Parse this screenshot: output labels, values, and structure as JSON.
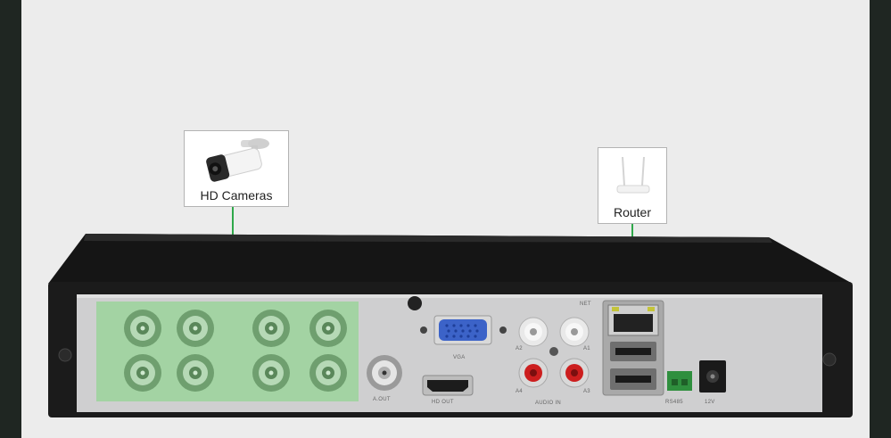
{
  "callouts": {
    "cameras": {
      "label": "HD Cameras",
      "icon": "bullet-camera-icon"
    },
    "router": {
      "label": "Router",
      "icon": "router-icon"
    }
  },
  "panel": {
    "port_labels": {
      "vga": "VGA",
      "hdmi": "HD OUT",
      "audio_out": "A.OUT",
      "audio_in": "AUDIO IN",
      "net": "NET",
      "a2": "A2",
      "a1": "A1",
      "a4": "A4",
      "a3": "A3",
      "power": "12V",
      "rs485": "RS485"
    },
    "bnc_count": 8,
    "highlight_color": "#9bd49b",
    "connector_color": "#2fa84a"
  }
}
